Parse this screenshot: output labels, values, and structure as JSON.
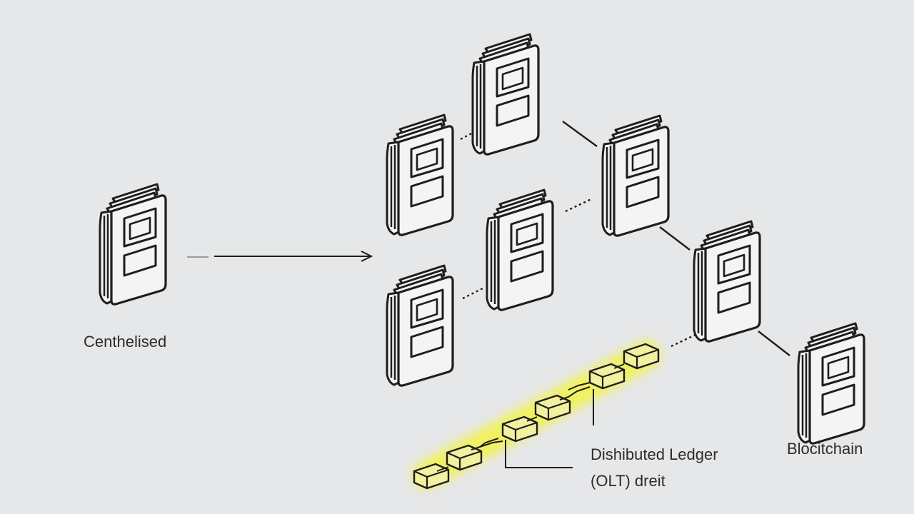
{
  "diagram": {
    "labels": {
      "centralised": "Centhelised",
      "distributed_line1": "Dishibuted Ledger",
      "distributed_line2": "(OLT) dreit",
      "blockchain": "Blocitchain"
    },
    "colors": {
      "background": "#e6e7e8",
      "stroke": "#1e1e1e",
      "book_fill": "#f4f4f4",
      "chain_block_fill": "#f3f1a0",
      "chain_glow": "#f5f530"
    },
    "icons": [
      "ledger-book-icon",
      "arrow-icon",
      "chain-block-icon"
    ]
  }
}
